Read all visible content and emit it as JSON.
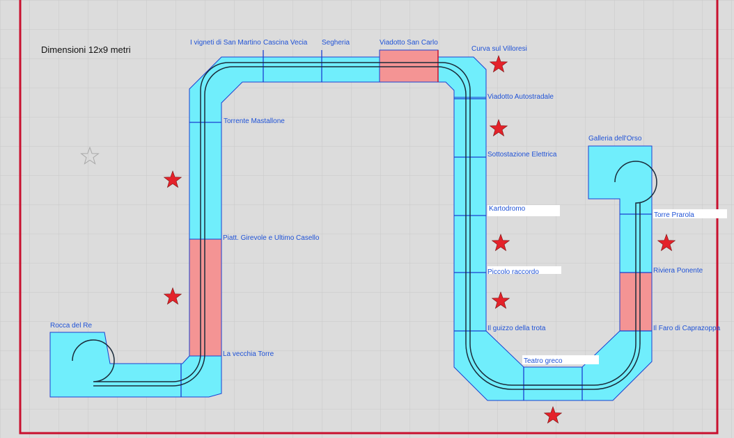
{
  "title": "Dimensioni 12x9 metri",
  "labels": {
    "vigneti": "I vigneti di San Martino",
    "cascina": "Cascina Vecia",
    "segheria": "Segheria",
    "viadotto_sc": "Viadotto San Carlo",
    "curva": "Curva sul Villoresi",
    "autostradale": "Viadotto Autostradale",
    "sottostazione": "Sottostazione Elettrica",
    "kartodromo": "Kartodromo",
    "piccolo": "Piccolo raccordo",
    "guizzo": "Il guizzo della trota",
    "teatro": "Teatro greco",
    "galleria": "Galleria dell'Orso",
    "prarola": "Torre Prarola",
    "riviera": "Riviera Ponente",
    "faro": "Il Faro di Caprazoppa",
    "torrente": "Torrente Mastallone",
    "piatt": "Piatt. Girevole e Ultimo Casello",
    "vecchia": "La vecchia Torre",
    "rocca": "Rocca del Re"
  },
  "colors": {
    "background": "#dcdcdc",
    "grid": "#c8c8c8",
    "border": "#c8102e",
    "module": "#70eefc",
    "module_edge": "#1b3fd0",
    "highlight": "#f49494",
    "track": "#1a2b3a",
    "label": "#1f52d6",
    "star": "#e4222a"
  }
}
